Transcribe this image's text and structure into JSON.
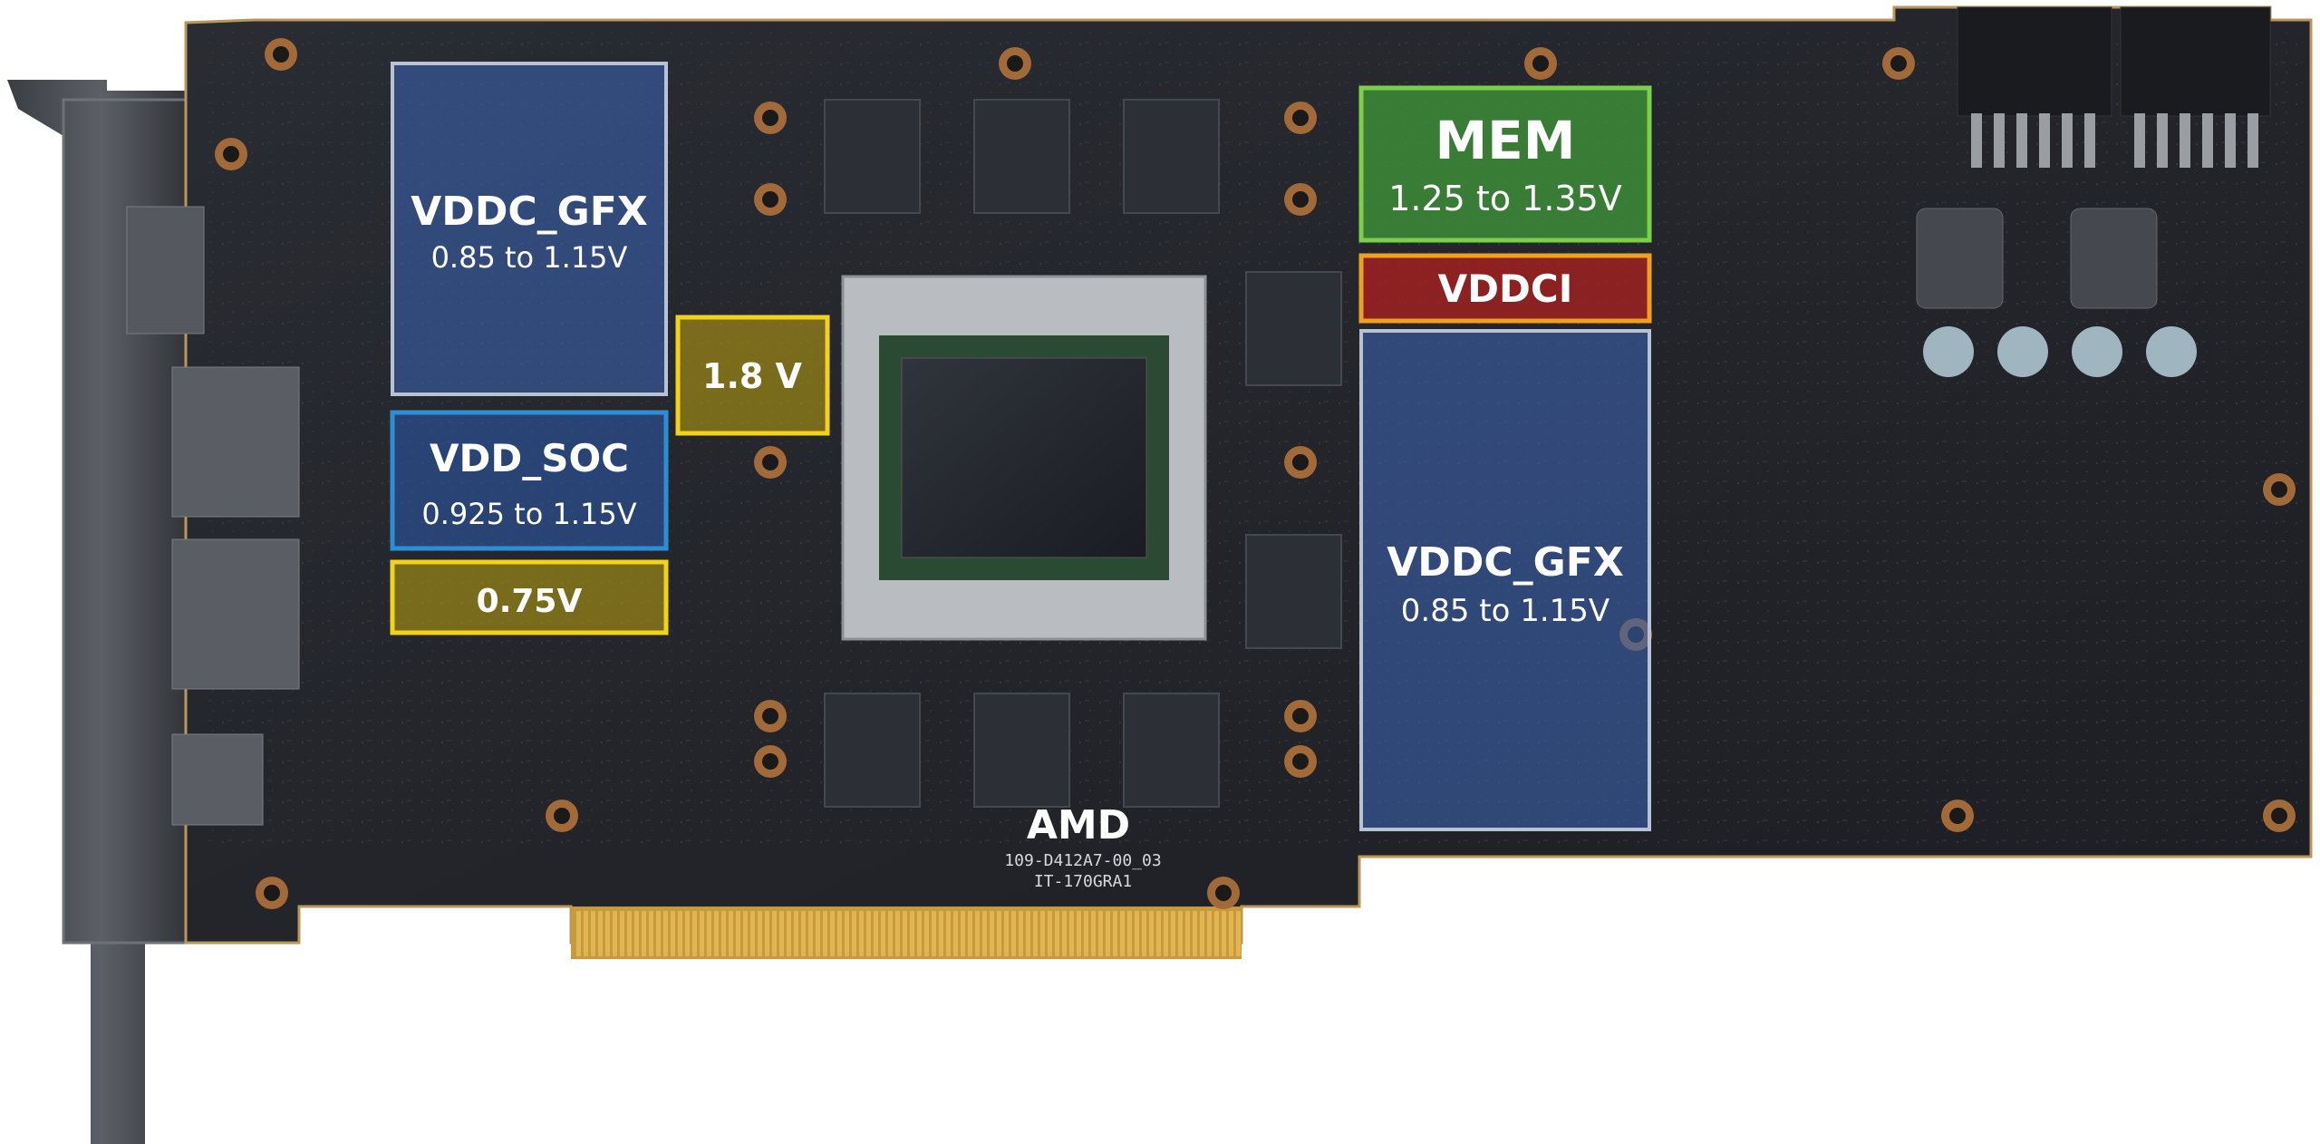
{
  "board": {
    "pcb_color": "#23252b",
    "bracket_color": "#4a4d52",
    "gold_color": "#c99a3c",
    "gpu_silkscreen": {
      "brand": "AMD",
      "part_number": "109-D412A7-00_03",
      "revision": "IT-170GRA1"
    }
  },
  "regions": [
    {
      "id": "vddc-gfx-left",
      "title": "VDDC_GFX",
      "subtitle": "0.85 to 1.15V",
      "fill": "#3a5fa8",
      "stroke": "#b8c2d4"
    },
    {
      "id": "vdd-soc",
      "title": "VDD_SOC",
      "subtitle": "0.925 to 1.15V",
      "fill": "#2b56a3",
      "stroke": "#2a8fd6"
    },
    {
      "id": "v075",
      "title": "0.75V",
      "subtitle": "",
      "fill": "#b39a10",
      "stroke": "#f2d21a"
    },
    {
      "id": "v18",
      "title": "1.8 V",
      "subtitle": "",
      "fill": "#b39a10",
      "stroke": "#f2d21a"
    },
    {
      "id": "mem",
      "title": "MEM",
      "subtitle": "1.25 to 1.35V",
      "fill": "#3f9a3a",
      "stroke": "#7bd04a"
    },
    {
      "id": "vddci",
      "title": "VDDCI",
      "subtitle": "",
      "fill": "#b0201f",
      "stroke": "#f0a020"
    },
    {
      "id": "vddc-gfx-right",
      "title": "VDDC_GFX",
      "subtitle": "0.85 to 1.15V",
      "fill": "#3a5fa8",
      "stroke": "#b8c2d4"
    }
  ]
}
